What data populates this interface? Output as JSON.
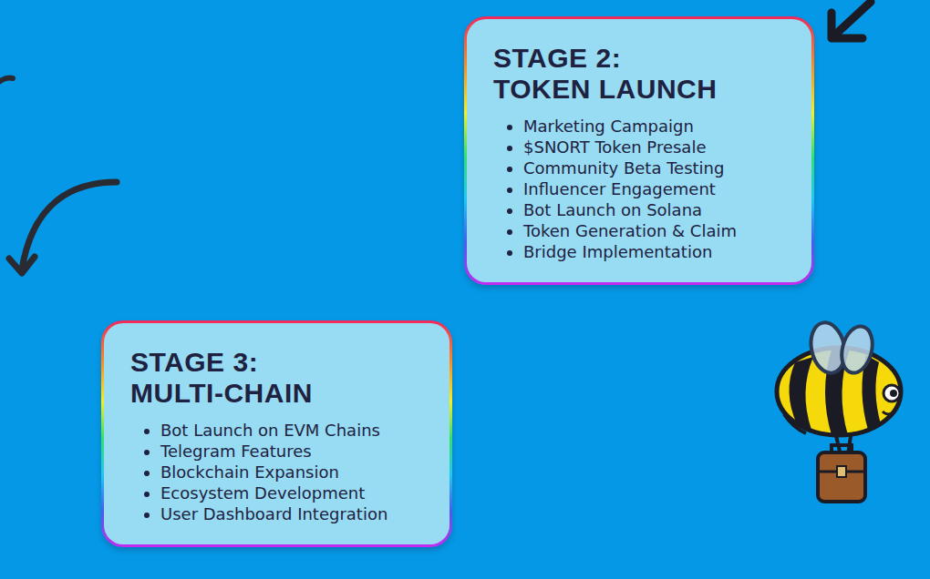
{
  "diagram": {
    "nodes": [
      {
        "text": [
          "STAGE 2: TOKEN LAUNCH",
          "Marketing Campaign",
          "$SNORT Token Presale",
          "Community Beta Testing",
          "Influencer Engagement",
          "Bot Launch on Solana",
          "Token Generation & Claim",
          "Bridge Implementation"
        ]
      },
      {
        "text": [
          "STAGE 3: MULTI-CHAIN",
          "Bot Launch on EVM Chains",
          "Telegram Features",
          "Blockchain Expansion",
          "Ecosystem Development",
          "User Dashboard Integration"
        ]
      }
    ]
  }
}
